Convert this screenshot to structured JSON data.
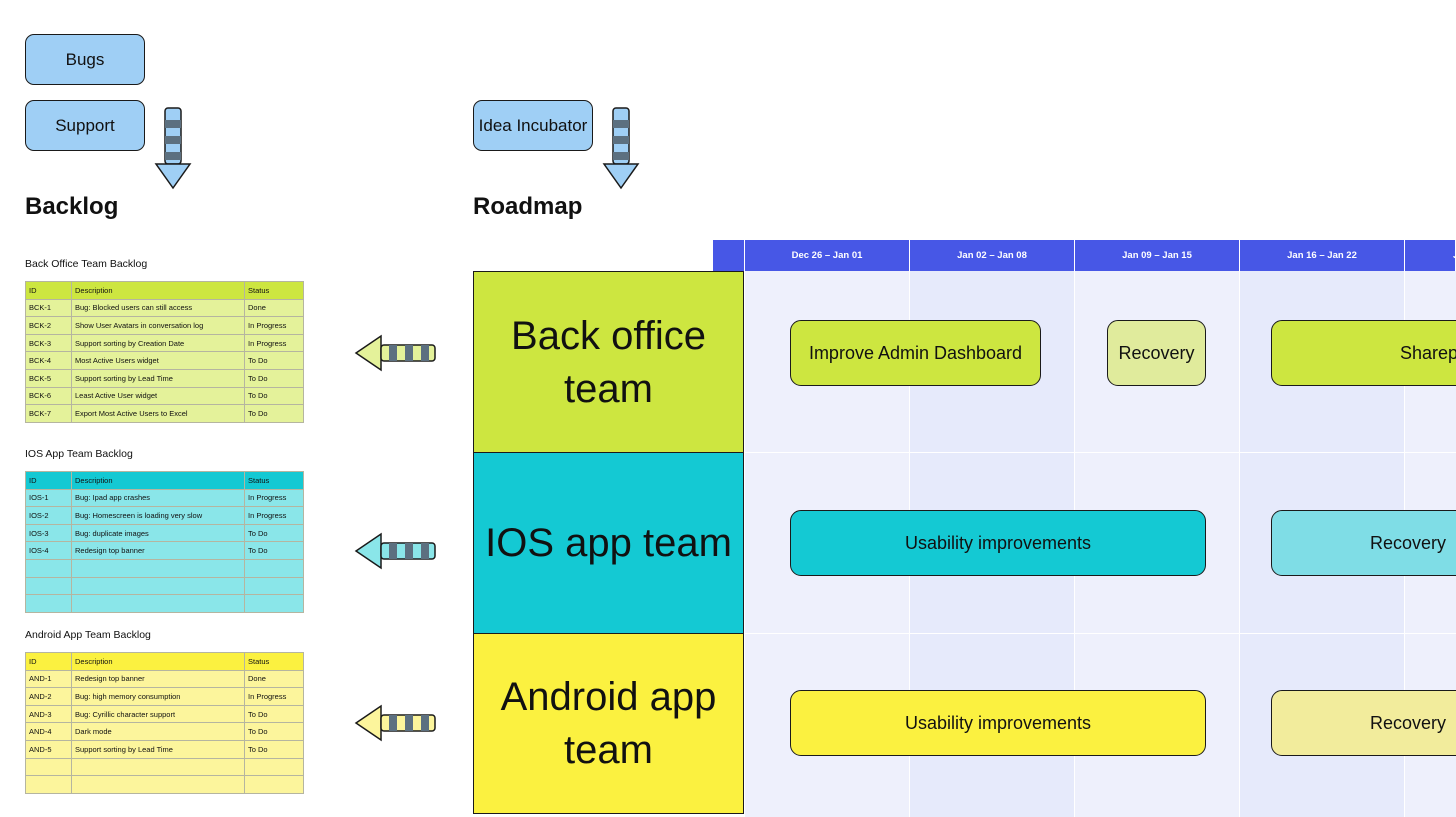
{
  "sources": {
    "bugs": "Bugs",
    "support": "Support",
    "idea_incubator": "Idea Incubator"
  },
  "headings": {
    "backlog": "Backlog",
    "roadmap": "Roadmap"
  },
  "backlogs": [
    {
      "title": "Back Office Team Backlog",
      "header_color": "#cde640",
      "row_color": "#e4f29a",
      "columns": [
        "ID",
        "Description",
        "Status"
      ],
      "rows": [
        [
          "BCK-1",
          "Bug: Blocked users can still access",
          "Done"
        ],
        [
          "BCK-2",
          "Show User Avatars in conversation log",
          "In Progress"
        ],
        [
          "BCK-3",
          "Support sorting by Creation Date",
          "In Progress"
        ],
        [
          "BCK-4",
          "Most Active Users widget",
          "To Do"
        ],
        [
          "BCK-5",
          "Support sorting by Lead Time",
          "To Do"
        ],
        [
          "BCK-6",
          "Least Active User widget",
          "To Do"
        ],
        [
          "BCK-7",
          "Export Most Active Users to Excel",
          "To Do"
        ]
      ]
    },
    {
      "title": "IOS App Team Backlog",
      "header_color": "#14c9d3",
      "row_color": "#8ae6e9",
      "columns": [
        "ID",
        "Description",
        "Status"
      ],
      "rows": [
        [
          "IOS-1",
          "Bug: Ipad app crashes",
          "In Progress"
        ],
        [
          "IOS-2",
          "Bug: Homescreen is loading very slow",
          "In Progress"
        ],
        [
          "IOS-3",
          "Bug: duplicate images",
          "To Do"
        ],
        [
          "IOS-4",
          "Redesign top banner",
          "To Do"
        ],
        [
          "",
          "",
          ""
        ],
        [
          "",
          "",
          ""
        ],
        [
          "",
          "",
          ""
        ]
      ]
    },
    {
      "title": "Android App Team Backlog",
      "header_color": "#fbf140",
      "row_color": "#fcf59c",
      "columns": [
        "ID",
        "Description",
        "Status"
      ],
      "rows": [
        [
          "AND-1",
          "Redesign top banner",
          "Done"
        ],
        [
          "AND-2",
          "Bug: high memory consumption",
          "In Progress"
        ],
        [
          "AND-3",
          "Bug: Cyrillic character support",
          "To Do"
        ],
        [
          "AND-4",
          "Dark mode",
          "To Do"
        ],
        [
          "AND-5",
          "Support sorting by Lead Time",
          "To Do"
        ],
        [
          "",
          "",
          ""
        ],
        [
          "",
          "",
          ""
        ]
      ]
    }
  ],
  "roadmap": {
    "weeks": [
      "Dec 26 – Jan 01",
      "Jan 02 – Jan 08",
      "Jan 09 – Jan 15",
      "Jan 16 – Jan 22",
      "J"
    ],
    "teams": [
      {
        "name": "Back office team",
        "color": "#cde640",
        "items": [
          {
            "label": "Improve Admin Dashboard",
            "color": "#cde640"
          },
          {
            "label": "Recovery",
            "color": "#e0eb9c"
          },
          {
            "label": "Sharep",
            "color": "#cde640"
          }
        ]
      },
      {
        "name": "IOS app team",
        "color": "#14c9d3",
        "items": [
          {
            "label": "Usability improvements",
            "color": "#14c9d3"
          },
          {
            "label": "Recovery",
            "color": "#7fdde6"
          }
        ]
      },
      {
        "name": "Android app team",
        "color": "#fbf140",
        "items": [
          {
            "label": "Usability improvements",
            "color": "#fbf140"
          },
          {
            "label": "Recovery",
            "color": "#f2ec9c"
          }
        ]
      }
    ]
  }
}
